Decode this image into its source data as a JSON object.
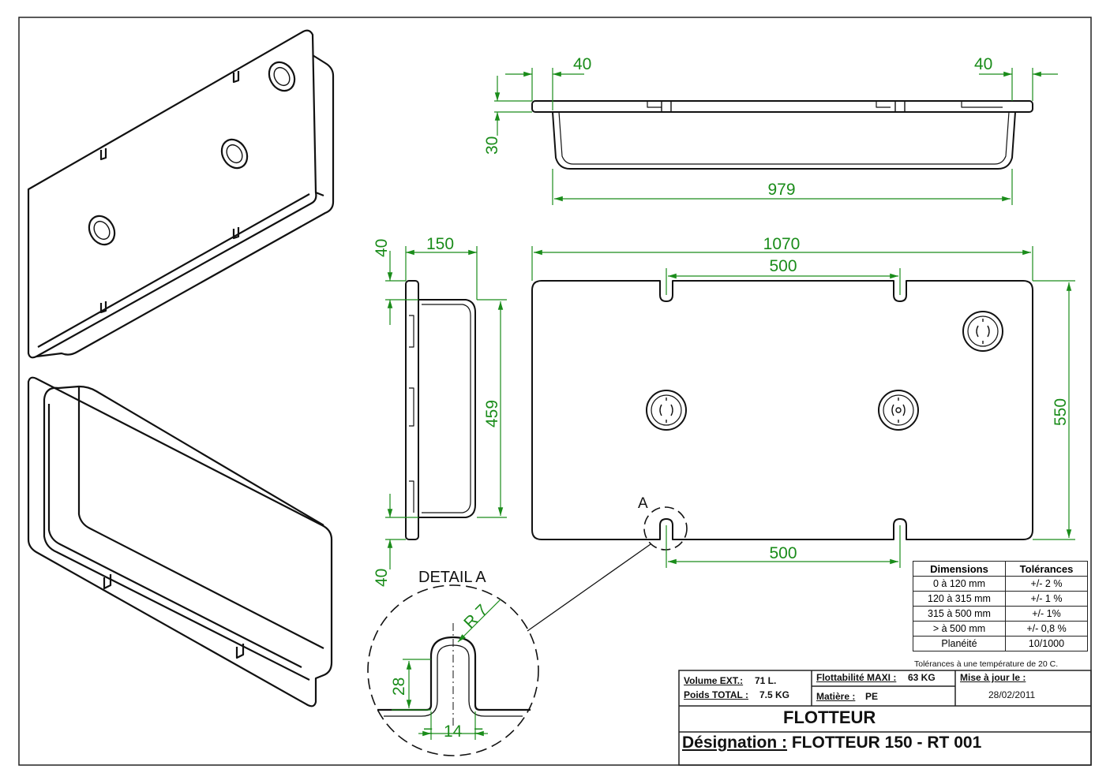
{
  "dimensions": {
    "top_left_flange": "40",
    "top_right_flange": "40",
    "top_height": "30",
    "top_inner_length": "979",
    "side_top_flange": "40",
    "side_depth": "150",
    "side_inner_height": "459",
    "side_bottom_flange": "40",
    "plan_total_length": "1070",
    "plan_notch_spacing_top": "500",
    "plan_notch_spacing_bottom": "500",
    "plan_width": "550"
  },
  "detail": {
    "title": "DETAIL A",
    "marker": "A",
    "radius": "R 7",
    "depth": "28",
    "width": "14",
    "equal_left": "=",
    "equal_right": "="
  },
  "tolerance_table": {
    "headers": [
      "Dimensions",
      "Tolérances"
    ],
    "rows": [
      [
        "0 à 120 mm",
        "+/- 2 %"
      ],
      [
        "120 à 315 mm",
        "+/- 1 %"
      ],
      [
        "315 à 500 mm",
        "+/- 1%"
      ],
      [
        "> à 500 mm",
        "+/- 0,8 %"
      ],
      [
        "Planéité",
        "10/1000"
      ]
    ],
    "note": "Tolérances à une température de 20 C."
  },
  "title_block": {
    "volume_label": "Volume EXT.:",
    "volume_value": "71 L.",
    "weight_label": "Poids TOTAL :",
    "weight_value": "7.5 KG",
    "buoyancy_label": "Flottabilité MAXI :",
    "buoyancy_value": "63  KG",
    "material_label": "Matière :",
    "material_value": "PE",
    "update_label": "Mise à jour le :",
    "update_value": "28/02/2011",
    "part_name": "FLOTTEUR",
    "designation_label": "Désignation :",
    "designation_value": "FLOTTEUR 150 - RT 001"
  },
  "colors": {
    "line": "#111111",
    "dimension": "#1a8c1a"
  }
}
